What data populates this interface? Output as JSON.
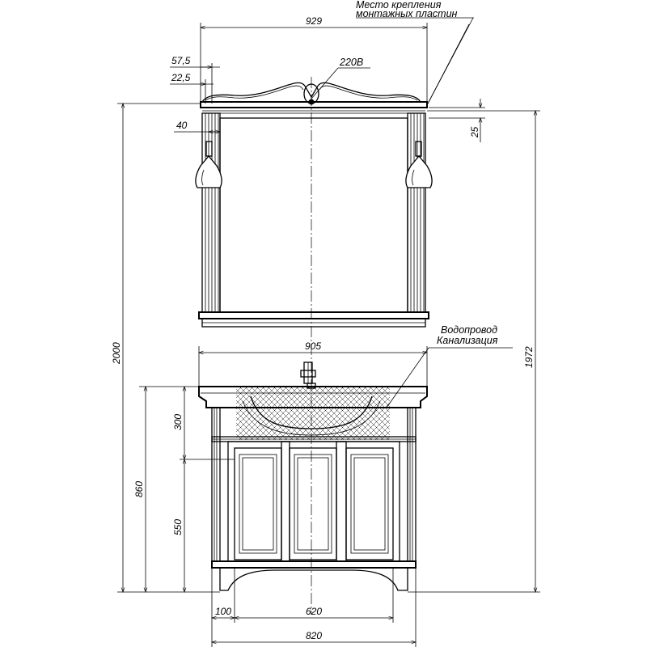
{
  "labels": {
    "mount_note_line1": "Место крепления",
    "mount_note_line2": "монтажных пластин",
    "voltage": "220В",
    "water": "Водопровод",
    "sewer": "Канализация"
  },
  "dimensions": {
    "mirror_width": "929",
    "offset_57_5": "57,5",
    "offset_22_5": "22,5",
    "offset_40": "40",
    "offset_25": "25",
    "total_height": "2000",
    "mirror_top_height": "1972",
    "vanity_width_top": "905",
    "sink_height": "300",
    "vanity_height": "860",
    "pipe_height": "550",
    "leg_offset": "100",
    "inner_width": "620",
    "vanity_width": "820"
  }
}
